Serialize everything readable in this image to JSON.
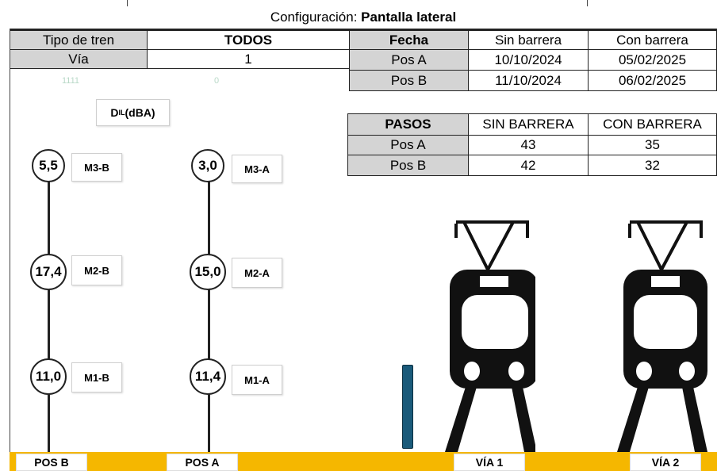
{
  "config": {
    "label": "Configuración:",
    "value": "Pantalla lateral"
  },
  "left_table": {
    "rows": [
      {
        "key": "Tipo de tren",
        "value": "TODOS"
      },
      {
        "key": "Vía",
        "value": "1"
      }
    ]
  },
  "fecha_table": {
    "headers": [
      "Fecha",
      "Sin barrera",
      "Con barrera"
    ],
    "rows": [
      [
        "Pos A",
        "10/10/2024",
        "05/02/2025"
      ],
      [
        "Pos B",
        "11/10/2024",
        "06/02/2025"
      ]
    ]
  },
  "pasos_table": {
    "headers": [
      "PASOS",
      "SIN BARRERA",
      "CON BARRERA"
    ],
    "rows": [
      [
        "Pos A",
        "43",
        "35"
      ],
      [
        "Pos B",
        "42",
        "32"
      ]
    ]
  },
  "dil_label": {
    "main": "D",
    "sub": "IL",
    "unit": " (dBA)"
  },
  "faint_text": {
    "left": "1111",
    "right": "0"
  },
  "pos_b": {
    "label": "POS B",
    "measurements": [
      {
        "value": "5,5",
        "tag": "M3-B"
      },
      {
        "value": "17,4",
        "tag": "M2-B"
      },
      {
        "value": "11,0",
        "tag": "M1-B"
      }
    ]
  },
  "pos_a": {
    "label": "POS A",
    "measurements": [
      {
        "value": "3,0",
        "tag": "M3-A"
      },
      {
        "value": "15,0",
        "tag": "M2-A"
      },
      {
        "value": "11,4",
        "tag": "M1-A"
      }
    ]
  },
  "tracks": [
    "VÍA 1",
    "VÍA 2"
  ],
  "colors": {
    "ground": "#f5b700",
    "barrier": "#1a5a7a",
    "table_header": "#d4d4d4"
  }
}
